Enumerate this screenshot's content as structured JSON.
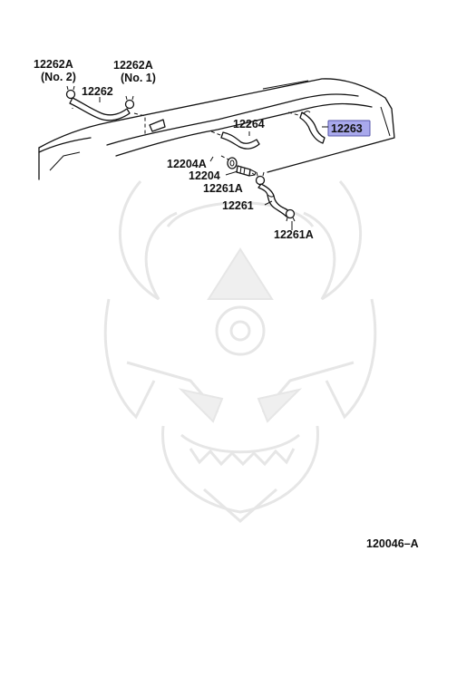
{
  "labels": {
    "p12262A_no2": "12262A",
    "p12262A_no2_sub": "(No. 2)",
    "p12262A_no1": "12262A",
    "p12262A_no1_sub": "(No. 1)",
    "p12262": "12262",
    "p12264": "12264",
    "p12263": "12263",
    "p12204A": "12204A",
    "p12204": "12204",
    "p12261A_upper": "12261A",
    "p12261": "12261",
    "p12261A_lower": "12261A",
    "figure_code": "120046–A"
  },
  "colors": {
    "highlight_fill": "#a9a9ec",
    "highlight_stroke": "#5555aa",
    "line": "#111111",
    "watermark": "#e6e6e6"
  },
  "icons": {
    "watermark": "samurai-helmet-watermark"
  }
}
